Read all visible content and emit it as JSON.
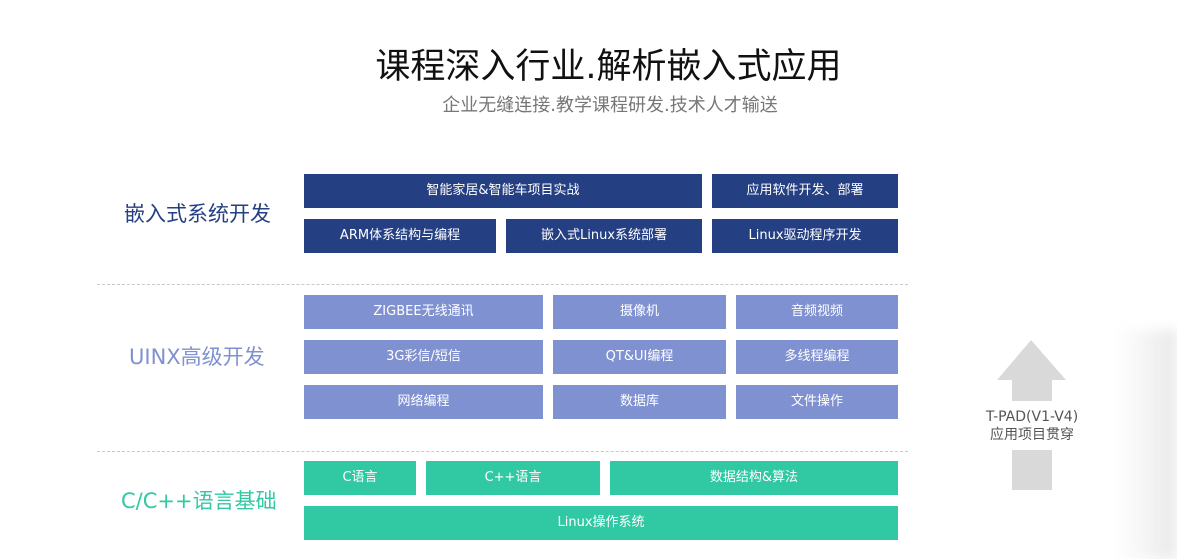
{
  "header": {
    "title": "课程深入行业.解析嵌入式应用",
    "subtitle": "企业无缝连接.教学课程研发.技术人才输送"
  },
  "colors": {
    "embedded": "#253f83",
    "uinx": "#8091d1",
    "cpp": "#30c9a3",
    "arrow": "#d9d9d9"
  },
  "sections": {
    "embedded": {
      "label": "嵌入式系统开发",
      "items": [
        "智能家居&智能车项目实战",
        "应用软件开发、部署",
        "ARM体系结构与编程",
        "嵌入式Linux系统部署",
        "Linux驱动程序开发"
      ]
    },
    "uinx": {
      "label": "UINX高级开发",
      "items": [
        "ZIGBEE无线通讯",
        "摄像机",
        "音频视频",
        "3G彩信/短信",
        "QT&UI编程",
        "多线程编程",
        "网络编程",
        "数据库",
        "文件操作"
      ]
    },
    "cpp": {
      "label": "C/C++语言基础",
      "items": [
        "C语言",
        "C++语言",
        "数据结构&算法",
        "Linux操作系统"
      ]
    }
  },
  "side": {
    "icon": "up-arrow-icon",
    "line1": "T-PAD(V1-V4)",
    "line2": "应用项目贯穿"
  }
}
